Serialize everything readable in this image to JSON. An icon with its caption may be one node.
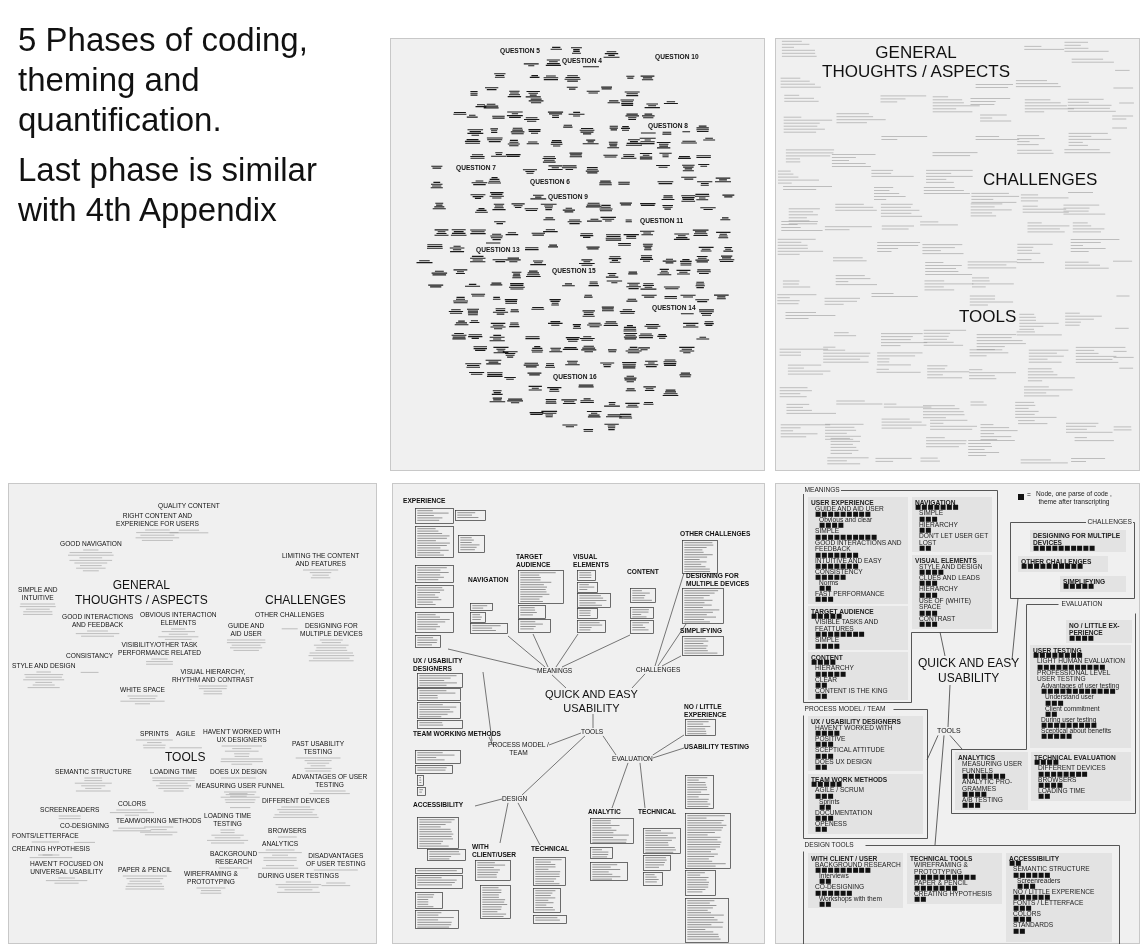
{
  "diagram": {
    "nodes": [
      {
        "text": [
          "EXPERIENCE"
        ]
      },
      {
        "text": [
          "NAVIGATION"
        ]
      },
      {
        "text": [
          "TARGET AUDIENCE"
        ]
      },
      {
        "text": [
          "VISUAL ELEMENTS"
        ]
      },
      {
        "text": [
          "CONTENT"
        ]
      },
      {
        "text": [
          "OTHER CHALLENGES"
        ]
      },
      {
        "text": [
          "DESIGNING FOR MULTIPLE DEVICES"
        ]
      },
      {
        "text": [
          "MEANINGS"
        ]
      },
      {
        "text": [
          "CHALLENGES"
        ]
      },
      {
        "text": [
          "SIMPLIFYING"
        ]
      },
      {
        "text": [
          "QUICK AND EASY USABILITY"
        ]
      },
      {
        "text": [
          "NO / LITTLE EXPERIENCE"
        ]
      },
      {
        "text": [
          "UX / USABILITY DESIGNERS"
        ]
      },
      {
        "text": [
          "TOOLS"
        ]
      },
      {
        "text": [
          "USABILITY TESTING"
        ]
      },
      {
        "text": [
          "TEAM WORKING METHODS"
        ]
      },
      {
        "text": [
          "PROCESS MODEL / TEAM"
        ]
      },
      {
        "text": [
          "EVALUATION"
        ]
      },
      {
        "text": [
          "DESIGN"
        ]
      },
      {
        "text": [
          "ACCESSIBILITY"
        ]
      },
      {
        "text": [
          "ANALYTIC"
        ]
      },
      {
        "text": [
          "TECHNICAL"
        ]
      },
      {
        "text": [
          "WITH CLIENT/USER"
        ]
      },
      {
        "text": [
          "TECHNICAL"
        ]
      },
      {
        "text": [
          "MEANINGS"
        ]
      },
      {
        "text": [
          "USER EXPERIENCE",
          "GUIDE AND AID USER",
          "■■■■■■■■■",
          "Obvious and clear",
          "■■■■",
          "SIMPLE",
          "■■■■■■■■■■",
          "GOOD INTERACTIONS AND FEEDBACK",
          "■■■■■■■",
          "INTUITIVE AND EASY",
          "■■■■■■■",
          "CONSISTENCY",
          "■■■■■",
          "Norms",
          "■■",
          "FAST PERFORMANCE",
          "■■■"
        ],
        "in": 24
      },
      {
        "text": [
          "NAVIGATION",
          "■■■■■■■",
          "SIMPLE",
          "■■■",
          "HIERARCHY",
          "■■",
          "DON'T LET USER GET LOST",
          "■■"
        ],
        "in": 24
      },
      {
        "text": [
          "VISUAL ELEMENTS",
          "STYLE AND DESIGN",
          "■■■■",
          "CLUES AND LEADS",
          "■■■",
          "HIERARCHY",
          "■■■",
          "USE OF (WHITE) SPACE",
          "■■■",
          "CONTRAST",
          "■■■"
        ],
        "in": 24
      },
      {
        "text": [
          "TARGET AUDIENCE",
          "■■■■■",
          "VISIBLE TASKS AND FEATTURES",
          "■■■■■■■■",
          "SIMPLE",
          "■■■■"
        ],
        "in": 24
      },
      {
        "text": [
          "CONTENT",
          "■■■■",
          "HIERARCHY",
          "■■■■■",
          "CLEAR",
          "■■",
          "CONTENT IS THE KING",
          "■■"
        ],
        "in": 24
      },
      {
        "text": [
          "CHALLENGES"
        ]
      },
      {
        "text": [
          "DESIGNING FOR MULTIPLE DEVICES",
          "■■■■■■■■■■"
        ],
        "in": 30
      },
      {
        "text": [
          "OTHER CHALLENGES",
          "■■■■■■■■■■"
        ],
        "in": 30
      },
      {
        "text": [
          "SIMPLIFYING",
          "■■■■■"
        ],
        "in": 30
      },
      {
        "text": [
          "QUICK AND EASY USABILITY"
        ]
      },
      {
        "text": [
          "EVALUATION"
        ]
      },
      {
        "text": [
          "NO / LITTLE EX-PERIENCE",
          "■■■■"
        ],
        "in": 35
      },
      {
        "text": [
          "USER TESTING",
          "■■■■■■■■",
          "LIGHT HUMAN EVALUATION",
          "■■■■■■■■■■■",
          "PROFESSIONAL LEVEL USER TESTING",
          "Advantages of user testing",
          "■■■■■■■■■■■■",
          "Understand user",
          "■■■",
          "Client commitment",
          "■■",
          "During user testing",
          "■■■■■■■■■",
          "Sceptical about benefits",
          "■■■■■"
        ],
        "in": 35
      },
      {
        "text": [
          "TOOLS"
        ]
      },
      {
        "text": [
          "PROCESS MODEL / TEAM"
        ]
      },
      {
        "text": [
          "UX / USABILITY DESIGNERS",
          "HAVEN'T WORKED WITH",
          "■■■■",
          "POSITIVE",
          "■■■",
          "SCEPTICAL ATTITUDE",
          "■■■",
          "DOES UX DESIGN",
          "■■"
        ],
        "in": 39
      },
      {
        "text": [
          "ANALYTICS",
          "MEASURING USER FUNNELS",
          "■■■■■■■",
          "ANALYTIC PRO-GRAMMES",
          "■■■■",
          "A/B TESTING",
          "■■■"
        ],
        "in": 35
      },
      {
        "text": [
          "TECHNICAL EVALUATION",
          "■■■■",
          "DIFFERENT DEVICES",
          "■■■■■■■■",
          "BROWSERS",
          "■■■■",
          "LOADING TIME",
          "■■"
        ],
        "in": 35
      },
      {
        "text": [
          "TEAM WORK METHODS",
          "■■■■■",
          "AGILE / SCRUM",
          "■■■",
          "Sprints",
          "■■",
          "DOCUMENTATION",
          "■■■",
          "OPENESS",
          "■■"
        ],
        "in": 39
      },
      {
        "text": [
          "DESIGN TOOLS"
        ]
      },
      {
        "text": [
          "WITH CLIENT / USER",
          "BACKGROUND RESEARCH",
          "■■■■■■■■■",
          "Interviews",
          "■■",
          "CO-DESIGNING",
          "■■■■■■",
          "Workshops with them",
          "■■"
        ],
        "in": 44
      },
      {
        "text": [
          "TECHNICAL TOOLS",
          "WIREFRAMING & PROTOTYPING",
          "■■■■■■■■■■",
          "PAPER & PENCIL",
          "■■■■■■■",
          "CREATING HYPOTHESIS",
          "■■"
        ],
        "in": 44
      },
      {
        "text": [
          "ACCESSIBILITY",
          "■■",
          "SEMANTIC STRUCTURE",
          "■■■■■■",
          "Screenreaders",
          "■■■",
          "NO / LITTLE EXPERIENCE",
          "■■■■■■",
          "FONTS / LETTERFACE",
          "■■■",
          "COLORS",
          "■■■",
          "STANDARDS",
          "■■"
        ],
        "in": 44
      }
    ],
    "edges": [
      {
        "from": 0,
        "to": 7,
        "arrow": "none"
      },
      {
        "from": 1,
        "to": 7,
        "arrow": "none"
      },
      {
        "from": 2,
        "to": 7,
        "arrow": "none"
      },
      {
        "from": 3,
        "to": 7,
        "arrow": "none"
      },
      {
        "from": 4,
        "to": 7,
        "arrow": "none"
      },
      {
        "from": 7,
        "to": 10,
        "arrow": "none"
      },
      {
        "from": 8,
        "to": 10,
        "arrow": "none"
      },
      {
        "from": 5,
        "to": 8,
        "arrow": "none"
      },
      {
        "from": 6,
        "to": 8,
        "arrow": "none"
      },
      {
        "from": 9,
        "to": 8,
        "arrow": "none"
      },
      {
        "from": 10,
        "to": 13,
        "arrow": "none"
      },
      {
        "from": 13,
        "to": 16,
        "arrow": "none"
      },
      {
        "from": 13,
        "to": 18,
        "arrow": "none"
      },
      {
        "from": 13,
        "to": 17,
        "arrow": "none"
      },
      {
        "from": 11,
        "to": 17,
        "arrow": "none"
      },
      {
        "from": 14,
        "to": 17,
        "arrow": "none"
      },
      {
        "from": 17,
        "to": 20,
        "arrow": "none"
      },
      {
        "from": 17,
        "to": 21,
        "arrow": "none"
      },
      {
        "from": 12,
        "to": 16,
        "arrow": "none"
      },
      {
        "from": 15,
        "to": 16,
        "arrow": "none"
      },
      {
        "from": 19,
        "to": 18,
        "arrow": "none"
      },
      {
        "from": 22,
        "to": 18,
        "arrow": "none"
      },
      {
        "from": 18,
        "to": 23,
        "arrow": "none"
      },
      {
        "from": 24,
        "to": 34,
        "arrow": "none"
      },
      {
        "from": 34,
        "to": 30,
        "arrow": "none"
      },
      {
        "from": 34,
        "to": 38,
        "arrow": "none"
      },
      {
        "from": 38,
        "to": 39,
        "arrow": "none"
      },
      {
        "from": 38,
        "to": 44,
        "arrow": "none"
      },
      {
        "from": 38,
        "to": 35,
        "arrow": "none"
      }
    ],
    "labels": [
      "5 Phases of coding, theming and quantification.",
      "Last phase is similar with 4th Appendix",
      "QUESTION 5",
      "QUESTION 4",
      "QUESTION 10",
      "QUESTION 8",
      "QUESTION 7",
      "QUESTION 6",
      "QUESTION 9",
      "QUESTION 11",
      "QUESTION 13",
      "QUESTION 15",
      "QUESTION 14",
      "QUESTION 16",
      "GENERAL THOUGHTS / ASPECTS",
      "CHALLENGES",
      "TOOLS",
      "QUALITY CONTENT",
      "RIGHT CONTENT AND EXPERIENCE FOR USERS",
      "GOOD NAVIGATION",
      "LIMITING THE CONTENT AND FEATURES",
      "SIMPLE AND INTUITIVE",
      "GENERAL THOUGHTS / ASPECTS",
      "CHALLENGES",
      "OTHER CHALLENGES",
      "GOOD INTERACTIONS AND FEEDBACK",
      "OBVIOUS INTERACTION ELEMENTS",
      "GUIDE AND AID USER",
      "DESIGNING FOR MULTIPLE DEVICES",
      "VISIBILITY/OTHER TASK PERFORMANCE RELATED",
      "CONSISTANCY",
      "STYLE AND DESIGN",
      "VISUAL HIERARCHY, RHYTHM AND CONTRAST",
      "WHITE SPACE",
      "SPRINTS",
      "AGILE",
      "HAVEN'T WORKED WITH UX DESIGNERS",
      "PAST USABILITY TESTING",
      "TOOLS",
      "DOES UX DESIGN",
      "LOADING TIME",
      "SEMANTIC STRUCTURE",
      "ADVANTAGES OF USER TESTING",
      "MEASURING USER FUNNEL",
      "DIFFERENT DEVICES",
      "COLORS",
      "SCREENREADERS",
      "LOADING TIME TESTING",
      "TEAMWORKING METHODS",
      "CO-DESIGNING",
      "FONTS/LETTERFACE",
      "BROWSERS",
      "ANALYTICS",
      "CREATING HYPOTHESIS",
      "DISADVANTAGES OF USER TESTING",
      "BACKGROUND RESEARCH",
      "HAVEN'T FOCUSED ON UNIVERSAL USABILITY",
      "DURING USER TESTINGS",
      "PAPER & PENCIL",
      "WIREFRAMING & PROTOTYPING",
      "="
    ],
    "legend": [
      {
        "text": "Node, one parse of code , theme after transcripting",
        "color": "#111111"
      }
    ]
  }
}
